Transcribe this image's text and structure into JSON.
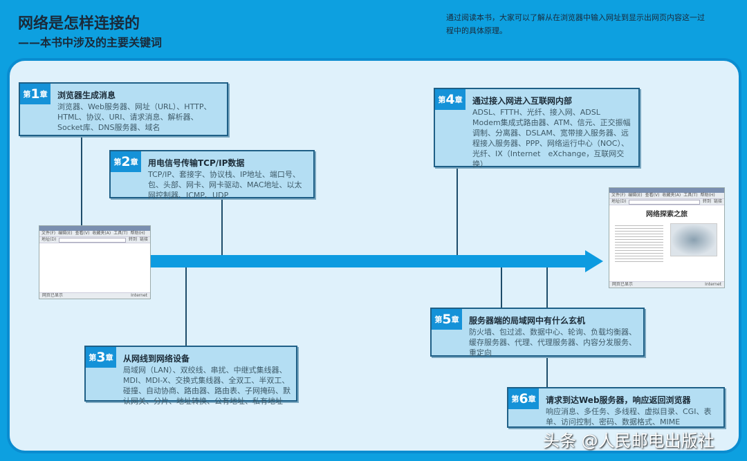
{
  "header": {
    "title": "网络是怎样连接的",
    "subtitle": "——本书中涉及的主要关键词",
    "intro": "通过阅读本书，大家可以了解从在浏览器中输入网址到显示出网页内容这一过程中的具体原理。"
  },
  "chapters": [
    {
      "prefix": "第",
      "num": "1",
      "suffix": "章",
      "title": "浏览器生成消息",
      "keywords": "浏览器、Web服务器、网址（URL）、HTTP、HTML、协议、URI、请求消息、解析器、Socket库、DNS服务器、域名"
    },
    {
      "prefix": "第",
      "num": "2",
      "suffix": "章",
      "title": "用电信号传输TCP/IP数据",
      "keywords": "TCP/IP、套接字、协议栈、IP地址、端口号、包、头部、网卡、网卡驱动、MAC地址、以太网控制器、ICMP、UDP"
    },
    {
      "prefix": "第",
      "num": "3",
      "suffix": "章",
      "title": "从网线到网络设备",
      "keywords": "局域网（LAN）、双绞线、串扰、中继式集线器、MDI、MDI-X、交换式集线器、全双工、半双工、碰撞、自动协商、路由器、路由表、子网掩码、默认网关、分片、地址转换、公有地址、私有地址"
    },
    {
      "prefix": "第",
      "num": "4",
      "suffix": "章",
      "title": "通过接入网进入互联网内部",
      "keywords": "ADSL、FTTH、光纤、接入网、ADSL　Modem集成式路由器、ATM、信元、正交振幅调制、分离器、DSLAM、宽带接入服务器、远程接入服务器、PPP、网络运行中心（NOC）、光纤、IX（Internet　eXchange，互联网交换）"
    },
    {
      "prefix": "第",
      "num": "5",
      "suffix": "章",
      "title": "服务器端的局域网中有什么玄机",
      "keywords": "防火墙、包过滤、数据中心、轮询、负载均衡器、缓存服务器、代理、代理服务器、内容分发服务、重定向"
    },
    {
      "prefix": "第",
      "num": "6",
      "suffix": "章",
      "title": "请求到达Web服务器，响应返回浏览器",
      "keywords": "响应消息、多任务、多线程、虚拟目录、CGI、表单、访问控制、密码、数据格式、MIME"
    }
  ],
  "browser": {
    "menu": [
      "文件(F)",
      "编辑(E)",
      "查看(V)",
      "收藏夹(A)",
      "工具(T)",
      "帮助(H)"
    ],
    "address_label": "地址(D)",
    "go": "转到",
    "links": "链接",
    "status": "网页已显示",
    "zone": "Internet",
    "page_title": "网络探索之旅"
  },
  "watermark": "头条 @人民邮电出版社",
  "colors": {
    "header": "#0da0e0",
    "panel": "#dff1fb",
    "box": "#b4def3",
    "badge": "#1592d8"
  }
}
